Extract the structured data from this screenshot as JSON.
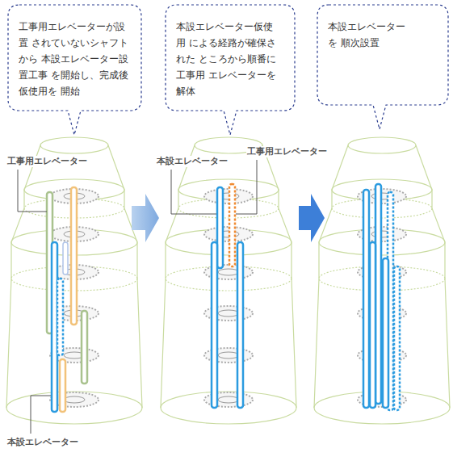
{
  "diagram": {
    "nodes": [
      {
        "text": [
          "工事用エレベーターが設置 されていないシャフトから 本設エレベーター設置工事 を開始し、完成後仮使用を 開始"
        ]
      },
      {
        "text": [
          "本設エレベーター仮使用 による経路が確保された ところから順番に工事用 エレベーターを解体"
        ]
      },
      {
        "text": [
          "本設エレベーターを 順次設置"
        ]
      }
    ],
    "labels": [
      "工事用エレベーター",
      "本設エレベーター",
      "工事用エレベーター",
      "本設エレベーター"
    ]
  }
}
